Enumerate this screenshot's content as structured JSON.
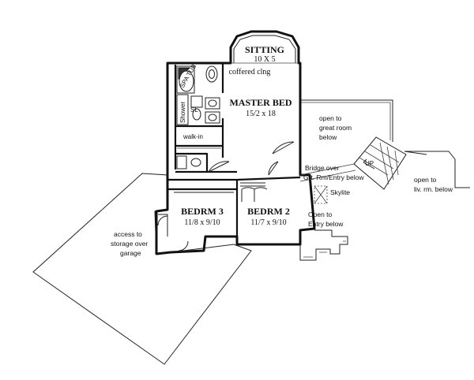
{
  "rooms": {
    "sitting": {
      "name": "SITTING",
      "dims": "10 X 5"
    },
    "master": {
      "name": "MASTER BED",
      "dims": "15/2 x 18"
    },
    "bedrm3": {
      "name": "BEDRM 3",
      "dims": "11/8 x 9/10"
    },
    "bedrm2": {
      "name": "BEDRM 2",
      "dims": "11/7 x 9/10"
    }
  },
  "labels": {
    "coffered": "coffered clng",
    "spa": "SPA TUB",
    "shower": "Shower",
    "sl": "SL",
    "walkin": "walk-in",
    "up": "UP",
    "skylite": "Skylite"
  },
  "notes": {
    "great_room": [
      "open to",
      "great room",
      "below"
    ],
    "bridge": [
      "Bridge over",
      "Grt. Rm/Entry below"
    ],
    "liv_rm": [
      "open to",
      "liv. rm. below"
    ],
    "entry": [
      "Open to",
      "Entry below"
    ],
    "storage": [
      "access to",
      "storage over",
      "garage"
    ]
  }
}
